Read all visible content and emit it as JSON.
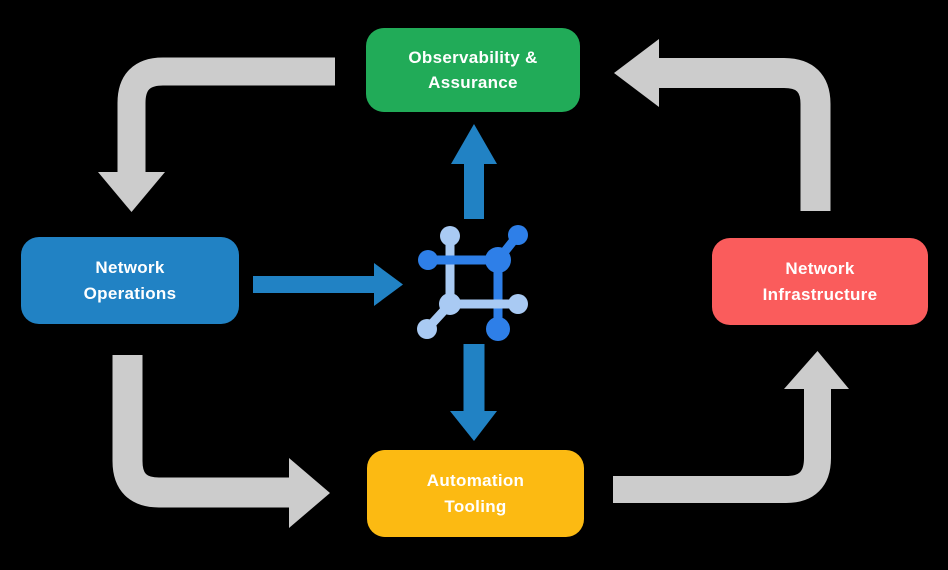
{
  "colors": {
    "background": "#000000",
    "text": "#FFFFFF",
    "observability_green": "#21AB58",
    "operations_blue": "#2182C4",
    "infrastructure_red": "#FA5C5C",
    "automation_yellow": "#FCBA12",
    "cycle_arrow_gray": "#CCCCCC",
    "center_arrow_blue": "#2182C4",
    "icon_blue_dark": "#2E7FE8",
    "icon_blue_light": "#A9CAF3"
  },
  "nodes": {
    "observability": {
      "label": "Observability &\nAssurance"
    },
    "operations": {
      "label": "Network\nOperations"
    },
    "infrastructure": {
      "label": "Network\nInfrastructure"
    },
    "automation": {
      "label": "Automation\nTooling"
    }
  },
  "center_icon": "network-automation-icon",
  "flows": [
    {
      "from": "Observability & Assurance",
      "to": "Network Operations",
      "style": "gray-cycle"
    },
    {
      "from": "Network Operations",
      "to": "Automation Tooling",
      "style": "gray-cycle"
    },
    {
      "from": "Automation Tooling",
      "to": "Network Infrastructure",
      "style": "gray-cycle"
    },
    {
      "from": "Network Infrastructure",
      "to": "Observability & Assurance",
      "style": "gray-cycle"
    },
    {
      "from": "Network Operations",
      "to": "center-icon",
      "style": "blue"
    },
    {
      "from": "center-icon",
      "to": "Observability & Assurance",
      "style": "blue"
    },
    {
      "from": "center-icon",
      "to": "Automation Tooling",
      "style": "blue"
    }
  ]
}
